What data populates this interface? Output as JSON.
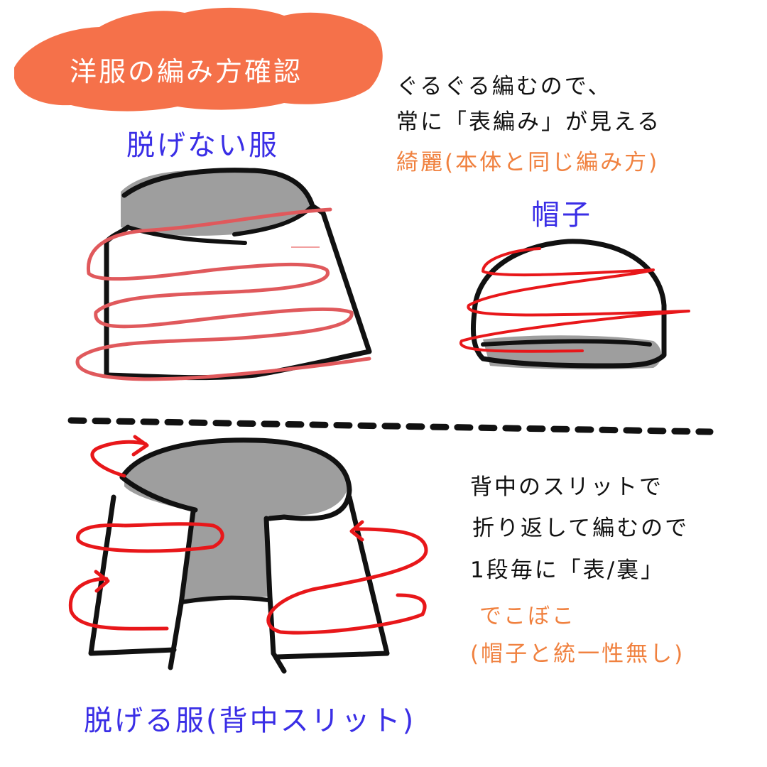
{
  "title": "洋服の編み方確認",
  "colors": {
    "title_brush": "#f5714a",
    "heading_blue": "#3a2ee6",
    "note_orange": "#f0813f",
    "outline": "#111111",
    "fill_gray": "#9e9e9e",
    "yarn_red": "#e8171a",
    "yarn_pink": "#e0595c"
  },
  "top_section": {
    "sweater_label": "脱げない服",
    "note_lines": [
      "ぐるぐる編むので、",
      "常に「表編み」が見える"
    ],
    "note_result": "綺麗(本体と同じ編み方)",
    "hat_label": "帽子"
  },
  "divider": "dotted-line",
  "bottom_section": {
    "note_lines": [
      "背中のスリットで",
      "折り返して編むので",
      "1段毎に「表/裏」"
    ],
    "note_result_lines": [
      "でこぼこ",
      "(帽子と統一性無し)"
    ],
    "sweater_label": "脱げる服(背中スリット)"
  }
}
